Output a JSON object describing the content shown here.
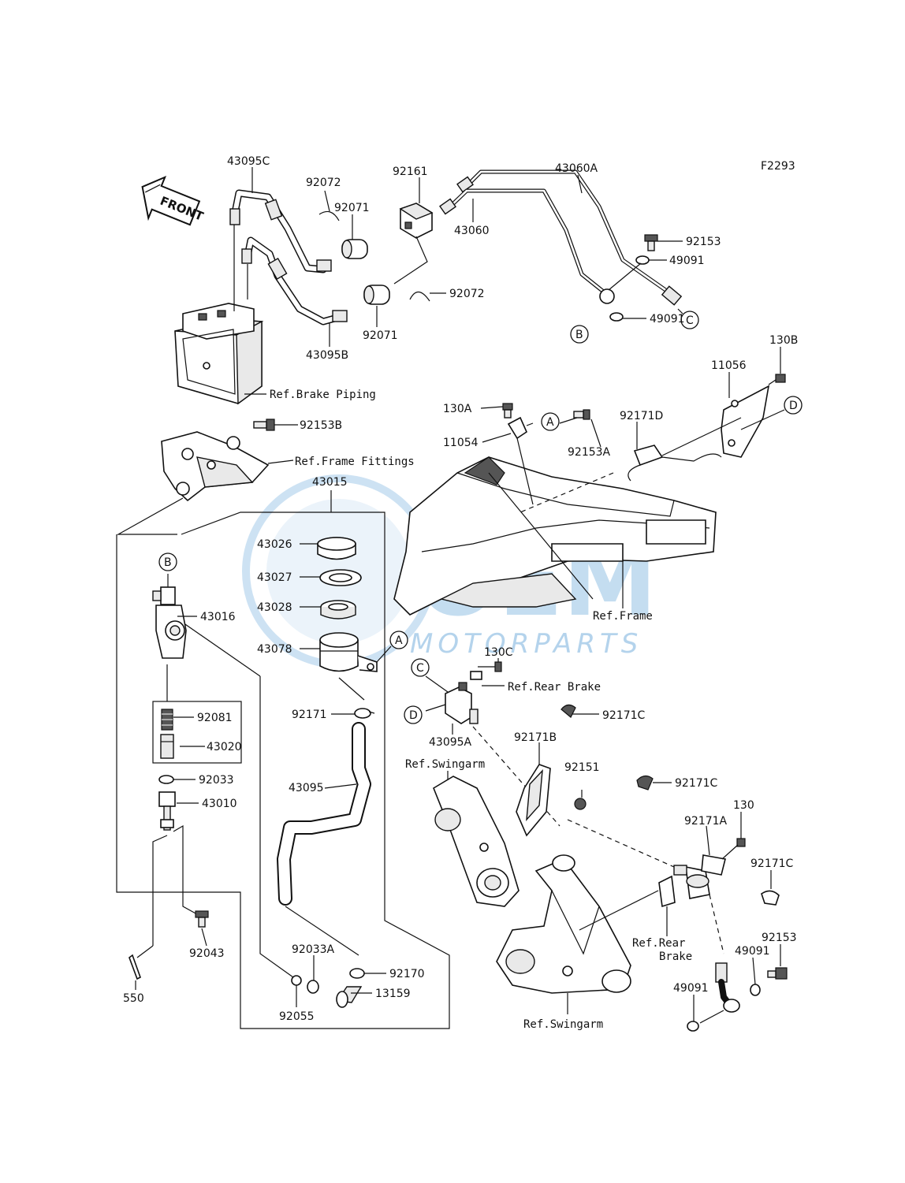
{
  "diagram": {
    "code": "F2293",
    "front_label": "FRONT",
    "watermark": {
      "main": "OEM",
      "sub": "MOTORPARTS"
    },
    "callouts": [
      "A",
      "B",
      "C",
      "D"
    ],
    "parts": {
      "p43095C": "43095C",
      "p92072_top": "92072",
      "p92071_top": "92071",
      "p92161": "92161",
      "p43060A": "43060A",
      "p43060": "43060",
      "p92153_top": "92153",
      "p49091_top": "49091",
      "p49091_mid": "49091",
      "p92072_mid": "92072",
      "p92071_mid": "92071",
      "p43095B": "43095B",
      "p130B": "130B",
      "p11056": "11056",
      "p130A": "130A",
      "p92171D": "92171D",
      "p11054": "11054",
      "p92153A": "92153A",
      "p92153B": "92153B",
      "p43015": "43015",
      "p43026": "43026",
      "p43027": "43027",
      "p43028": "43028",
      "p43078": "43078",
      "p43016": "43016",
      "p92081": "92081",
      "p43020": "43020",
      "p92033": "92033",
      "p43010": "43010",
      "p92043": "92043",
      "p550": "550",
      "p92171": "92171",
      "p43095": "43095",
      "p92033A": "92033A",
      "p92170": "92170",
      "p13159": "13159",
      "p92055": "92055",
      "p130C": "130C",
      "p43095A": "43095A",
      "p92171B": "92171B",
      "p92171C_1": "92171C",
      "p92171C_2": "92171C",
      "p92151": "92151",
      "p130": "130",
      "p92171A": "92171A",
      "p92171C_3": "92171C",
      "p92153_bot": "92153",
      "p49091_bot1": "49091",
      "p49091_bot2": "49091"
    },
    "refs": {
      "brake_piping": "Ref.Brake Piping",
      "frame_fittings": "Ref.Frame Fittings",
      "frame": "Ref.Frame",
      "rear_brake_top": "Ref.Rear Brake",
      "swingarm_top": "Ref.Swingarm",
      "rear_brake_bot_1": "Ref.Rear",
      "rear_brake_bot_2": "Brake",
      "swingarm_bot": "Ref.Swingarm"
    }
  }
}
